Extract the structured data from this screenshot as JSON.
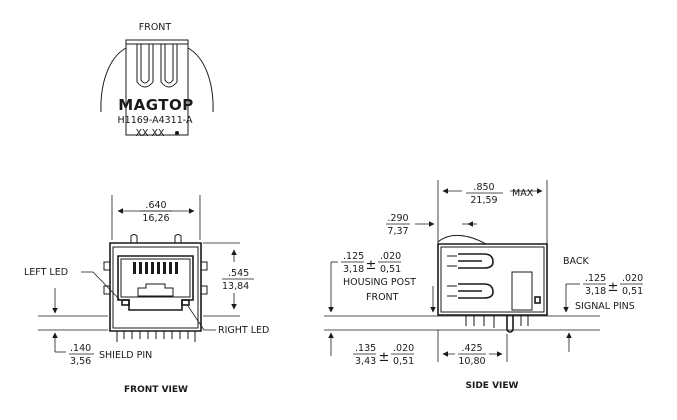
{
  "top_view": {
    "title": "FRONT",
    "brand": "MAGTOP",
    "part_number": "H1169-A4311-A",
    "date_code": "XX XX"
  },
  "front_view": {
    "title": "FRONT VIEW",
    "width_in": ".640",
    "width_mm": "16,26",
    "height_in": ".545",
    "height_mm": "13,84",
    "left_led": "LEFT LED",
    "right_led": "RIGHT LED",
    "shield_in": ".140",
    "shield_mm": "3,56",
    "shield_label": "SHIELD PIN"
  },
  "side_view": {
    "title": "SIDE VIEW",
    "depth_in": ".850",
    "depth_mm": "21,59",
    "depth_suffix": "MAX",
    "offset_in": ".290",
    "offset_mm": "7,37",
    "post_in": ".125",
    "post_mm": "3,18",
    "post_tol_in": ".020",
    "post_tol_mm": "0,51",
    "post_label": "HOUSING POST",
    "front_label": "FRONT",
    "back_label": "BACK",
    "pins_in": ".125",
    "pins_mm": "3,18",
    "pins_tol_in": ".020",
    "pins_tol_mm": "0,51",
    "pins_label": "SIGNAL PINS",
    "bottom_in": ".135",
    "bottom_mm": "3,43",
    "bottom_tol_in": ".020",
    "bottom_tol_mm": "0,51",
    "pitch_in": ".425",
    "pitch_mm": "10,80"
  },
  "symbols": {
    "plus_minus": "±"
  }
}
